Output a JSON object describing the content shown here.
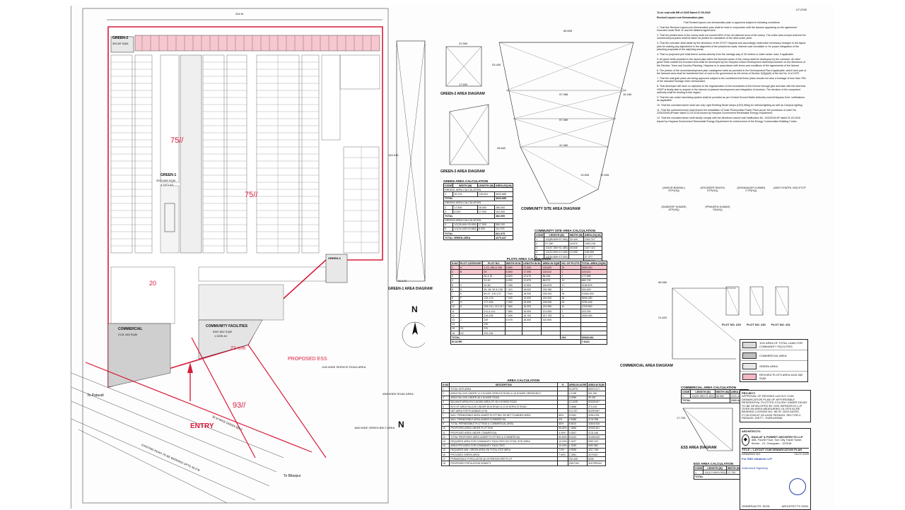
{
  "sheet": {
    "title_lines": [
      "To be read with BR of 2025 Dated 27.05.2025",
      "Revised Layout cum Demarcation plan"
    ],
    "top_dimension": "204 M",
    "doc_code": "LP-2035"
  },
  "site_plan": {
    "green2": "GREEN-2",
    "green2_area": "383.89 SQM",
    "green1": "GREEN-1",
    "green1_area": "3023.685 SQM",
    "green1_acre": "0.7471 AC",
    "commercial": "COMMERCIAL",
    "commercial_area": "2131.446 SQM",
    "community": "COMMUNITY FACILITIES",
    "community_area": "5357.862 SQM",
    "community_acre": "1.3239 AC",
    "green3": "GREEN-3",
    "road_label": "75//",
    "ess": "PROPOSED ESS",
    "entry": "ENTRY",
    "to_pataudi": "To Pataudi",
    "to_bilaspur": "To Bilaspur",
    "road_note": "EXISTING ROAD TO BE WIDENED UPTO 45.0 M",
    "green_belt": "30 M WIDE GREEN BELT",
    "service_road": "12M WIDE SERVICE ROAD AREA",
    "road_area_45": "45M WIDE ROAD AREA",
    "green_belt_area": "18M WIDE GREEN BELT AREA",
    "block_labels": [
      "75//",
      "93//",
      "22 mm",
      "20"
    ]
  },
  "diagrams": {
    "green2": "GREEN-2 AREA DIAGRAM",
    "green3": "GREEN-3 AREA DIAGRAM",
    "green1": "GREEN-1 AREA DIAGRAM",
    "community": "COMMUNITY SITE AREA DIAGRAM",
    "commercial": "COMMERCIAL AREA DIAGRAM",
    "ess": "ESS AREA DIAGRAM",
    "plots": [
      "PLOT NO. 229",
      "PLOT NO. 230",
      "PLOT NO. 231"
    ],
    "dims": [
      "85.605",
      "57.368",
      "57.369",
      "41.380",
      "16.180",
      "53.440",
      "22.590",
      "17.500",
      "28.842",
      "20.170",
      "149.910",
      "58.550",
      "21.620",
      "17.705",
      "13.505",
      "12.505"
    ]
  },
  "green_table": {
    "title": "GREEN AREA CALCULATION",
    "headers": [
      "CODE",
      "WIDTH (M)",
      "LENGTH (M)",
      "AREA (SQ.M)"
    ],
    "sections": [
      {
        "name": "GREEN1 AREA CALCULATION",
        "rows": [
          [
            "1",
            "20.170",
            "149.910",
            "3023.685"
          ]
        ],
        "total": "3023.685"
      },
      {
        "name": "GREEN2 AREA CALCULATION",
        "rows": [
          [
            "2",
            "17.500",
            "16.000",
            "280.000"
          ],
          [
            "3",
            "6.000",
            "17.000",
            "102.000"
          ]
        ],
        "total": "382.000"
      },
      {
        "name": "GREEN3 AREA CALCULATION",
        "rows": [
          [
            "4",
            "1/2(28.845+25.655)",
            "17.500",
            "550.200"
          ],
          [
            "5",
            "1/2(16.445+20.880)",
            "6.000",
            "111.975"
          ]
        ],
        "total": "661.975"
      }
    ],
    "grand_total_label": "TOTAL GREEN AREA",
    "grand_total": "4079.847"
  },
  "community_table": {
    "title": "COMMUNITY SITE AREA CALCULATION",
    "headers": [
      "CODE",
      "LENGTH (M)",
      "WIDTH (M)",
      "AREA (SQ.M)"
    ],
    "rows": [
      [
        "1",
        "1/2(85.605+57.455)",
        "33.440",
        "2392.317"
      ],
      [
        "2",
        "57.280",
        "18.870",
        "1083.228"
      ],
      [
        "3",
        "1/2(57.360+41.385)",
        "28.845",
        "1427.322"
      ],
      [
        "4",
        "1/2(24.590+12.185)",
        "13.505",
        "248.359"
      ],
      [
        "5",
        "1/2(54.855+13.340)",
        "",
        "37.377"
      ]
    ],
    "total_label": "TOTAL",
    "total": "5357.862"
  },
  "plots_table": {
    "title": "PLOTS AREA CALCULATION",
    "headers": [
      "S.NO",
      "PLOT CATEGORY",
      "PLOT NO.",
      "WIDTH IN M.",
      "LENGTH IN M.",
      "AREA IN SQM",
      "NO. OF PLOTS",
      "TOTAL AREA (SQM)"
    ],
    "rows": [
      [
        "1",
        "A",
        "1-23, 285 & 296",
        "6.800",
        "17.000",
        "115.600",
        "25",
        "2890.000"
      ],
      [
        "2",
        "B",
        "25",
        "6.800",
        "17.090",
        "115.612",
        "1",
        "115.612"
      ],
      [
        "3",
        "",
        "60 & 61",
        "6.820",
        "12.675",
        "86.448",
        "2",
        "172.896"
      ],
      [
        "4",
        "",
        "31-40",
        "6.930",
        "12.675",
        "86.570",
        "10",
        "865.700"
      ],
      [
        "5",
        "C",
        "42-58",
        "7.250",
        "12.500",
        "126.875",
        "17",
        "2156.875"
      ],
      [
        "6",
        "D",
        "59, 98, 99 & 138",
        "7.410",
        "18.000",
        "135.380",
        "4",
        "533.520"
      ],
      [
        "7",
        "E",
        "60-97, 100-137",
        "7.000",
        "18.000",
        "135.000",
        "76",
        "10260.000"
      ],
      [
        "8",
        "F",
        "139-176",
        "7.000",
        "19.000",
        "149.500",
        "38",
        "5696.380"
      ],
      [
        "9",
        "G",
        "177-205",
        "7.000",
        "19.000",
        "135.000",
        "29",
        "3750.425"
      ],
      [
        "10",
        "H",
        "206-210, 213-217",
        "7.560",
        "16.000",
        "120.960",
        "10",
        "1209.600"
      ],
      [
        "11",
        "",
        "211 & 212",
        "7.660",
        "16.000",
        "121.600",
        "2",
        "243.200"
      ],
      [
        "12",
        "",
        "218-228",
        "7.500",
        "18.700",
        "157.750",
        "11",
        "1825.050"
      ],
      [
        "13",
        "J",
        "229",
        "6.975",
        "16.000",
        "110.500",
        "",
        ""
      ],
      [
        "14",
        "",
        "230",
        "",
        "",
        "",
        "",
        ""
      ],
      [
        "15",
        "G1",
        "231",
        "",
        "",
        "",
        "",
        ""
      ],
      [
        "16",
        "G2",
        "232-234",
        "",
        "",
        "",
        "",
        ""
      ]
    ],
    "total_label": "TOTAL",
    "total_plots": "294",
    "total_area": "30928.361",
    "acre_label": "IN ACRE",
    "acre": "7.6424"
  },
  "area_table": {
    "title": "AREA CALCULATION",
    "headers": [
      "S.NO",
      "DESCRIPTION",
      "%",
      "AREA IN ACRE",
      "AREA IN SQM"
    ],
    "rows": [
      [
        "1",
        "TOTAL SITE AREA",
        "",
        "15.2975",
        "59970.217"
      ],
      [
        "2",
        "AREA FALLING UNDER 12.0 M WIDE SERVICE ROAD & 18 M WIDE GREEN BELT",
        "",
        "0.1238",
        "501.300"
      ],
      [
        "3",
        "AREA FALLING UNDER 45.0 M WIDE ROAD",
        "",
        "0.0096",
        "39.330"
      ],
      [
        "4",
        "BALANCE AREA EXCLUDING AREA OF 45.0 M WIDE ROAD",
        "",
        "13.1035",
        "53028.967"
      ],
      [
        "5",
        "50% OF AREA FALLING UNDER 45 M ROAD & 12 M SERVICE ROAD",
        "",
        "0.0668",
        "270.415"
      ],
      [
        "6",
        "NET AREA FOR PLANNING (4+5)",
        "",
        "13.1707",
        "53299.987"
      ],
      [
        "7",
        "MAX. PERMISSIBLE AREA UNDER PLOTTING ON NET PLANNED AREA",
        "65%",
        "8.0342",
        "32511.931"
      ],
      [
        "8",
        "MAX. PERMISSIBLE AREA UNDER COMMERCIAL",
        "4%",
        "0.5368",
        "2131.998"
      ],
      [
        "9",
        "TOTAL PERMISSIBLE PLOTTING & COMMERCIAL AREA",
        "65%",
        "8.5610",
        "34644.926"
      ],
      [
        "10",
        "PROPOSED AREA UNDER PLOTTING",
        "56.80%",
        "7.4856",
        "30928.361"
      ],
      [
        "11",
        "PROPOSED AREA UNDER COMMERCIAL",
        "4.00%",
        "0.5267",
        "2131.446"
      ],
      [
        "12",
        "TOTAL PROPOSED AREA UNDER PLOTTING & COMMERCIAL",
        "60.80%",
        "8.0142",
        "32435.009"
      ],
      [
        "13",
        "REQUIRED AREA FOR COMMUNITY FACILITIES ON TOTAL SITE AREA",
        "10.00%",
        "1.3237",
        "5357.022"
      ],
      [
        "14",
        "AREA PROVIDED FOR COMMUNITY FACILITIES",
        "10.00%",
        "1.3239",
        "5357.862"
      ],
      [
        "15",
        "REQUIRED MIN. GREEN AREA ON TOTAL SITE AREA",
        "7.5%",
        "0.9928",
        "4017.766"
      ],
      [
        "16",
        "PROVIDED GREEN AREA",
        "7.60%",
        "1.0081",
        "4079.847"
      ],
      [
        "17",
        "PERMISSIBLE POPULATION @ 18 PERSON PER PLOT",
        "",
        "240-400",
        "5295"
      ],
      [
        "18",
        "PROPOSED POPULATION DENSITY",
        "",
        "236 P/AC",
        "318 PER/AC"
      ]
    ]
  },
  "commercial_table": {
    "title": "COMMERCIAL AREA CALCULATION",
    "headers": [
      "CODE",
      "LENGTH (M)",
      "WIDTH (M)",
      "AREA (SQ.M)"
    ],
    "rows": [
      [
        "1",
        "1/2(51.950+21.820)",
        "58.550",
        "2131.446"
      ]
    ],
    "total_label": "TOTAL",
    "total": "2131.446"
  },
  "ess_table": {
    "title": "ESS AREA CALCULATION",
    "headers": [
      "CODE",
      "LENGTH (M)",
      "WIDTH (M)",
      "AREA (SQ.M)"
    ],
    "rows": [
      [
        "1",
        "1/2(12.148+5.300)",
        "17.705",
        "136.727"
      ]
    ],
    "total_label": "TOTAL",
    "total": "136.727"
  },
  "legend": {
    "items": [
      {
        "label": "10% AREA OF TOTAL LAND FOR COMMUNITY FACILITIES",
        "color": "#d9d9d9"
      },
      {
        "label": "COMMERCIAL AREA",
        "color": "#bfbfbf"
      },
      {
        "label": "GREEN AREA",
        "color": "#e8e8e8"
      },
      {
        "label": "REVISED PLOTS AREA 5415.360 SQM",
        "color": "#f4b6c2"
      }
    ]
  },
  "project": {
    "heading": "PROJECT:",
    "text": "APPROVAL OF REVISED LAYOUT CUM DEMARCATION PLAN OF AFFORDABLE RESIDENTIAL PLOTTED COLONY UNDER DDJAY TO BE DEVELOPED BY GSK INFRATECH LLP OVER AN AREA MEASURING 15.2975 ACRE BEARING LICENSE NO. 88 OF 2025 DATED 27.05.2025 AT VILLAGE PATAUDI, SECTOR-2, PATAUDI, DISTT.- GURUGRAM."
  },
  "architect": {
    "heading": "ARCHITECTS:",
    "firm": "DAULAT & PUNEET ARCHITECTS LLP",
    "address": "408, Fourth Floor, Sun City Trade Tower, Sector - 21, Gurugram - 122016.",
    "title_label": "TITLE :- LAYOUT CUM DEMARCATION PLAN",
    "drawing_no_label": "DRAWING NO.",
    "date": "03-07-2025",
    "owner": "For GSK Infratech LLP",
    "owner_sign": "Authorised Signatory",
    "owner_label": "OWNER/AUTH. SIGN.",
    "arch_label": "ARCHITECT'S SIGN."
  },
  "conditions": {
    "intro": "This Revised layout cum demarcation plan is approved subject to following conditions:",
    "items": [
      "1. That this Revised Layout-cum-Demarcation plan shall be read in conjunction with the clauses appearing on the agreement executed under Rule 11 and the bilateral agreement.",
      "2. That the plotted area of the colony shall not exceed 65% of the net planned area of the colony. The entire area except reserved for commercial purposes shall be taken as plotted for calculation of the area under plots.",
      "3. That the colonizer shall abide by the directions of the DTCP, Haryana and accordingly shall make necessary changes in the layout plan for making any adjustment in the alignment of the peripheral roads, internal road circulation or for proper integration of the planning proposals of the adjoining areas.",
      "4. That no proposed plot shall derive access directly from the carriage way of 30 metres or wider sector road, if applicable.",
      "5. All green belts provided in the layout plan within the licensed areas of the colony shall be developed by the colonizer. All other green belts outside the licensed area shall be developed by the Haryana Urban Development Authority/colonizer on the directions of the Director, Town and Country Planning, Haryana or in accordance with terms and conditions of the agreements of the license.",
      "6. The portion of the sector/development plan roads/green belts as provided in the Development Plan if applicable, which form part of the licensed area shall be transferred free of cost to the government as the terms of Section 3(3)(a)(iii) of the Act No. 8 of 1975.",
      "7. That the wall gate plans are being approved subject to the conditions that these plans should not have a frontage of less than 75% of the standard frontage when demarcated.",
      "8. That developer will have no objection to the regularization of the boundaries of the licence through give and take with the land that HSVP is finally able to acquire in the interest of planned development and integration of services. The decision of the competent authority shall be binding in this regard.",
      "9. That the rain water harvesting system shall be provided as per Central Ground Water Authority norms/Haryana Govt. notifications as applicable.",
      "10. That the colonizer/owner shall use only Light Emitting Diode lamps (LED) fitting for internal lighting as well as Campus lighting.",
      "11. That the colonizer/owner shall ensure the installation of Solar Photovoltaic Power Plant as per the provisions of order No. 22/52/2005-5Power dated 21.03.2016 issued by Haryana Government Renewable Energy Department.",
      "12. That the colonizer/owner shall strictly comply with the directions issued vide Notification No. 19/4/2016-5P dated 31.03.2016 issued by Haryana Government Renewable Energy Department for enforcement of the Energy Conservation Building Codes."
    ],
    "signatories_top": [
      "(ANKUR BANSAL) STP(HQ)",
      "(SOUNDER SINGH) STP(HQ)",
      "(DHANANJAY KUMAR) CTP(HQ)",
      "(AMIT KHATRI, IAS) DTCP"
    ],
    "signatories_bottom": [
      "(SANDEEP KUMAR) ATP(HQ)",
      "(PRAVEEN KUMAR) SD(HQ)"
    ]
  }
}
